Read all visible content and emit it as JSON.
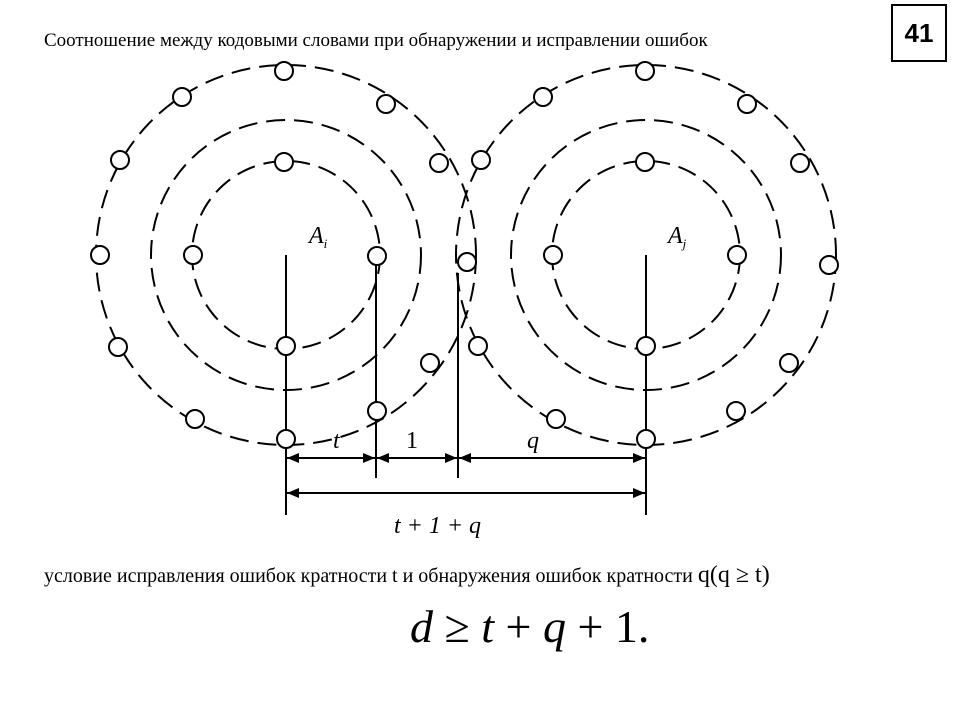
{
  "slide": {
    "title": "Соотношение между кодовыми словами при обнаружении и исправлении ошибок",
    "number": "41"
  },
  "diagram": {
    "codeword_labels": [
      {
        "base": "A",
        "sub": "i"
      },
      {
        "base": "A",
        "sub": "j"
      }
    ],
    "segment_labels": {
      "t": "t",
      "one": "1",
      "q": "q",
      "total": "t + 1 + q"
    }
  },
  "condition": {
    "text": "условие исправления ошибок кратности t и обнаружения ошибок кратности",
    "math": "q(q ≥ t)"
  },
  "formula": {
    "d": "d",
    "rest_1": " ≥ ",
    "t": "t",
    "rest_2": " + ",
    "q": "q",
    "rest_3": " + 1."
  }
}
